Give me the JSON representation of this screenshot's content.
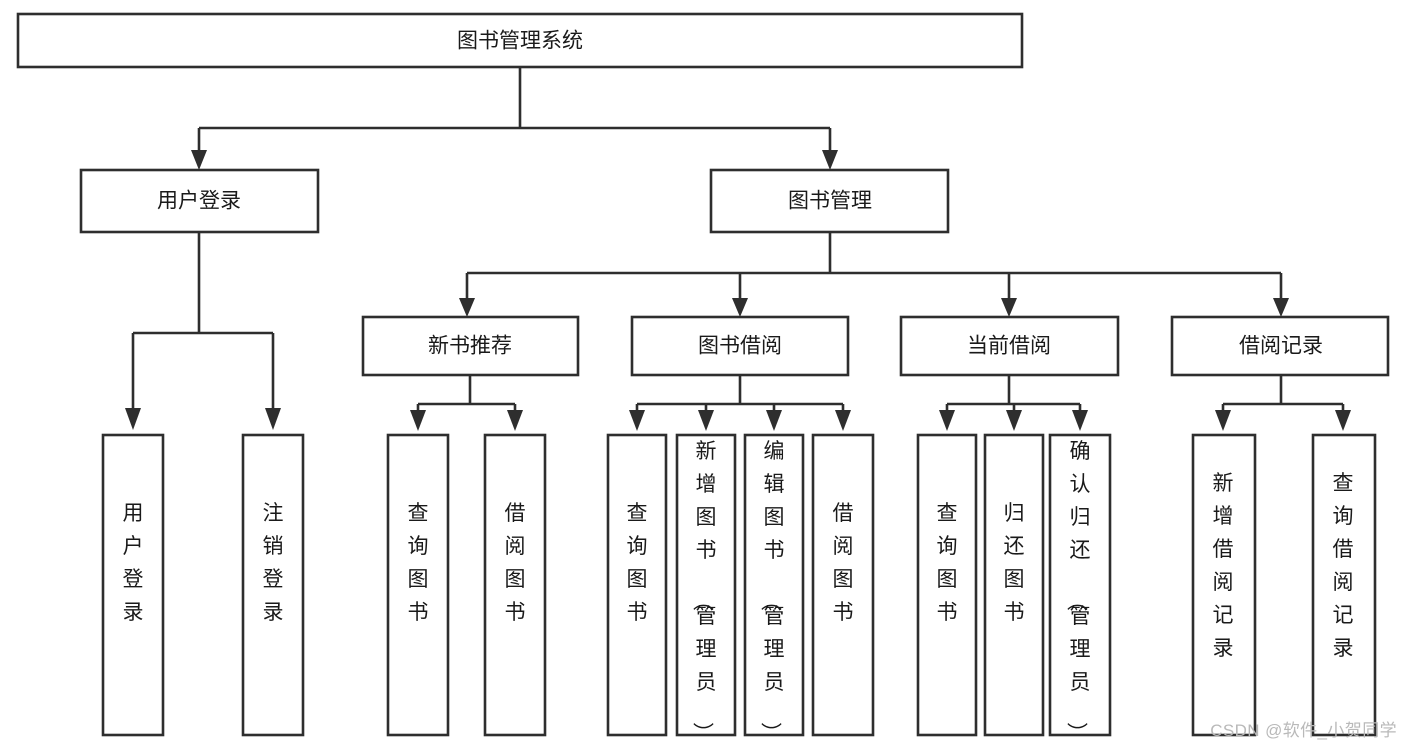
{
  "diagram": {
    "type": "tree",
    "title": "图书管理系统",
    "watermark": "CSDN @软件_小贺同学",
    "nodes": {
      "root": {
        "label": "图书管理系统"
      },
      "level2": [
        {
          "id": "user-login",
          "label": "用户登录"
        },
        {
          "id": "book-management",
          "label": "图书管理"
        }
      ],
      "level3": [
        {
          "id": "new-book-recommend",
          "label": "新书推荐"
        },
        {
          "id": "book-borrow",
          "label": "图书借阅"
        },
        {
          "id": "current-borrow",
          "label": "当前借阅"
        },
        {
          "id": "borrow-record",
          "label": "借阅记录"
        }
      ],
      "leaves": {
        "user-login": [
          {
            "id": "leaf-user-login",
            "label": "用户登录"
          },
          {
            "id": "leaf-logout-login",
            "label": "注销登录"
          }
        ],
        "new-book-recommend": [
          {
            "id": "leaf-query-book-1",
            "label": "查询图书"
          },
          {
            "id": "leaf-borrow-book-1",
            "label": "借阅图书"
          }
        ],
        "book-borrow": [
          {
            "id": "leaf-query-book-2",
            "label": "查询图书"
          },
          {
            "id": "leaf-add-book",
            "label": "新增图书（管理员）"
          },
          {
            "id": "leaf-edit-book",
            "label": "编辑图书（管理员）"
          },
          {
            "id": "leaf-borrow-book-2",
            "label": "借阅图书"
          }
        ],
        "current-borrow": [
          {
            "id": "leaf-query-book-3",
            "label": "查询图书"
          },
          {
            "id": "leaf-return-book",
            "label": "归还图书"
          },
          {
            "id": "leaf-confirm-return",
            "label": "确认归还（管理员）"
          }
        ],
        "borrow-record": [
          {
            "id": "leaf-add-record",
            "label": "新增借阅记录"
          },
          {
            "id": "leaf-query-record",
            "label": "查询借阅记录"
          }
        ]
      }
    },
    "colors": {
      "stroke": "#2e2e2e",
      "fill": "#ffffff",
      "text": "#1a1a1a",
      "watermark": "#b9b9b9"
    }
  }
}
